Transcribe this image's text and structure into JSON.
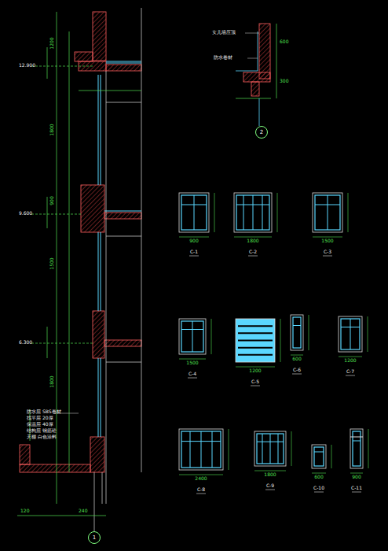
{
  "diagram": {
    "nodes": [
      {
        "text": [
          "1"
        ]
      },
      {
        "text": [
          "2"
        ]
      }
    ],
    "labels": [
      "12.900",
      "9.600",
      "6.300",
      "1200",
      "1800",
      "900",
      "1500",
      "1800",
      "防水层 SBS卷材",
      "找平层 20厚",
      "保温层 40厚",
      "结构层 钢筋砼",
      "天棚 白色涂料",
      "120",
      "240",
      "女儿墙压顶",
      "防水卷材",
      "600",
      "300",
      "C-1",
      "C-2",
      "C-3",
      "C-4",
      "C-5",
      "C-6",
      "C-7",
      "C-8",
      "C-9",
      "C-10",
      "C-11",
      "900",
      "1800",
      "1500",
      "1500",
      "1200",
      "600",
      "1200",
      "2400",
      "1800",
      "600",
      "900"
    ]
  }
}
